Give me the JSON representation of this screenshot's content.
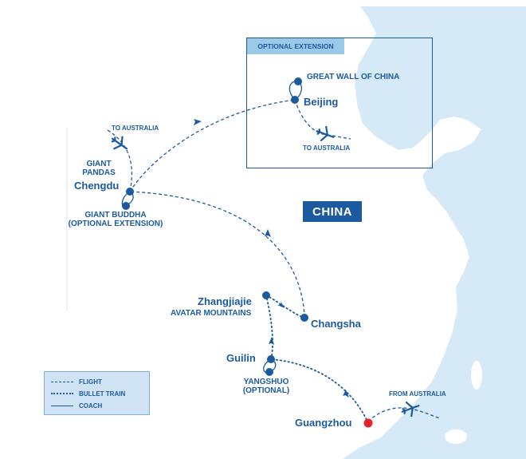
{
  "country_label": "CHINA",
  "extension_box": {
    "title": "OPTIONAL EXTENSION"
  },
  "places": {
    "beijing": "Beijing",
    "great_wall": "GREAT WALL OF CHINA",
    "chengdu": "Chengdu",
    "giant_pandas": [
      "GIANT",
      "PANDAS"
    ],
    "giant_buddha": [
      "GIANT BUDDHA",
      "(OPTIONAL EXTENSION)"
    ],
    "zhangjiajie": "Zhangjiajie",
    "avatar_mountains": "AVATAR MOUNTAINS",
    "changsha": "Changsha",
    "guilin": "Guilin",
    "yangshuo": [
      "YANGSHUO",
      "(OPTIONAL)"
    ],
    "guangzhou": "Guangzhou"
  },
  "flight_labels": {
    "from_australia": "FROM AUSTRALIA",
    "to_australia_chengdu": "TO AUSTRALIA",
    "to_australia_beijing": "TO AUSTRALIA"
  },
  "legend": [
    {
      "label": "FLIGHT",
      "style": "flight"
    },
    {
      "label": "BULLET TRAIN",
      "style": "bullet-train"
    },
    {
      "label": "COACH",
      "style": "coach"
    }
  ],
  "colors": {
    "route": "#1b5a9e",
    "land": "#ffffff",
    "sea": "#d6e9f7",
    "start_marker": "#e8202a",
    "legend_bg": "#cfe3f4"
  },
  "icons": [
    "airplane-icon",
    "airplane-icon",
    "airplane-icon"
  ]
}
